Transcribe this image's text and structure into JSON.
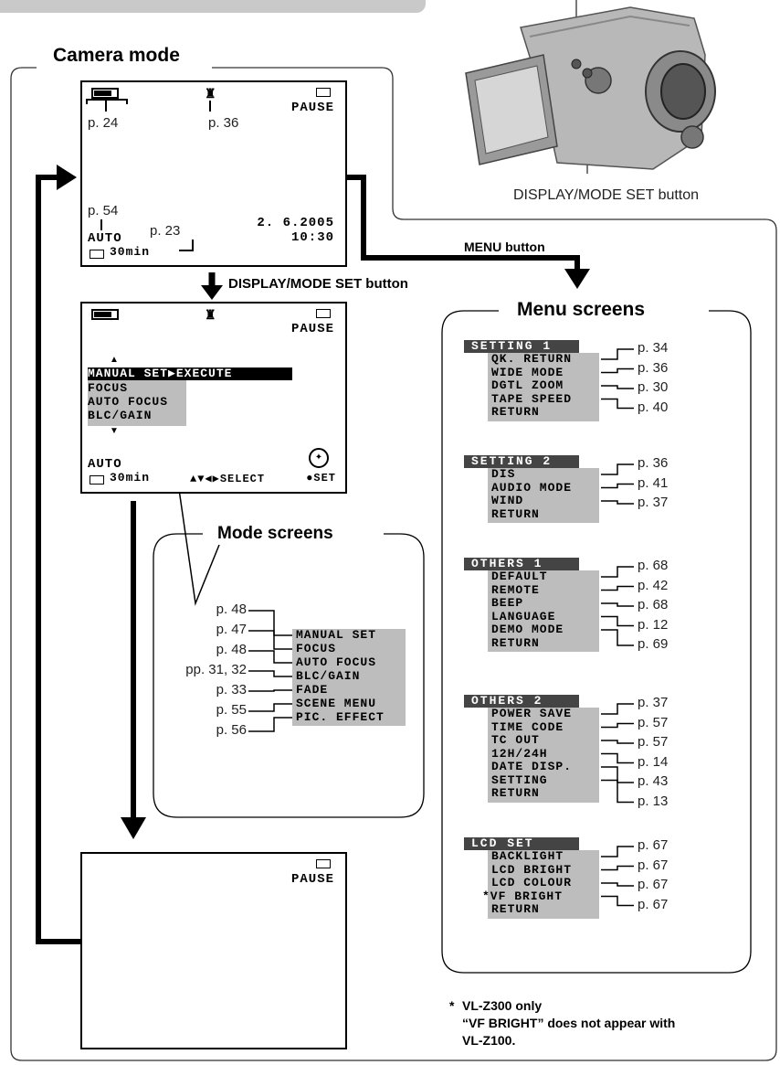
{
  "top_tab": "",
  "camera_mode_label": "Camera mode",
  "camera_callout": "DISPLAY/MODE SET button",
  "screen1": {
    "refs": [
      "p. 24",
      "p. 36",
      "p. 54",
      "p. 23"
    ],
    "pause": "PAUSE",
    "auto": "AUTO",
    "tape": "30min",
    "date": "2. 6.2005",
    "time": "10:30"
  },
  "menu_button_label": "MENU button",
  "display_button_label": "DISPLAY/MODE SET button",
  "screen2": {
    "pause": "PAUSE",
    "items": [
      "MANUAL SET▶EXECUTE",
      "FOCUS",
      "AUTO FOCUS",
      "BLC/GAIN"
    ],
    "auto": "AUTO",
    "tape": "30min",
    "select": "▲▼◀▶SELECT",
    "set": "●SET"
  },
  "mode_screens_label": "Mode screens",
  "mode_items": [
    {
      "ref": "p. 48",
      "label": "MANUAL SET"
    },
    {
      "ref": "p. 47",
      "label": "FOCUS"
    },
    {
      "ref": "p. 48",
      "label": "AUTO FOCUS"
    },
    {
      "ref": "pp. 31, 32",
      "label": "BLC/GAIN"
    },
    {
      "ref": "p. 33",
      "label": "FADE"
    },
    {
      "ref": "p. 55",
      "label": "SCENE MENU"
    },
    {
      "ref": "p. 56",
      "label": "PIC. EFFECT"
    }
  ],
  "screen3": {
    "pause": "PAUSE"
  },
  "menu_screens_label": "Menu screens",
  "menus": [
    {
      "title": "SETTING 1",
      "items": [
        "QK. RETURN",
        "WIDE MODE",
        "DGTL ZOOM",
        "TAPE SPEED",
        "RETURN"
      ],
      "refs": [
        "p. 34",
        "p. 36",
        "p. 30",
        "p. 40"
      ]
    },
    {
      "title": "SETTING 2",
      "items": [
        "DIS",
        "AUDIO MODE",
        "WIND",
        "RETURN"
      ],
      "refs": [
        "p. 36",
        "p. 41",
        "p. 37"
      ]
    },
    {
      "title": "OTHERS 1",
      "items": [
        "DEFAULT",
        "REMOTE",
        "BEEP",
        "LANGUAGE",
        "DEMO MODE",
        "RETURN"
      ],
      "refs": [
        "p. 68",
        "p. 42",
        "p. 68",
        "p. 12",
        "p. 69"
      ]
    },
    {
      "title": "OTHERS 2",
      "items": [
        "POWER SAVE",
        "TIME CODE",
        "TC OUT",
        "12H/24H",
        "DATE DISP.",
        "SETTING",
        "RETURN"
      ],
      "refs": [
        "p. 37",
        "p. 57",
        "p. 57",
        "p. 14",
        "p. 43",
        "p. 13"
      ]
    },
    {
      "title": "LCD SET",
      "items": [
        "BACKLIGHT",
        "LCD BRIGHT",
        "LCD COLOUR",
        "*VF BRIGHT",
        "RETURN"
      ],
      "refs": [
        "p. 67",
        "p. 67",
        "p. 67",
        "p. 67"
      ]
    }
  ],
  "footnote": {
    "star": "*",
    "line1": "VL-Z300 only",
    "line2": "“VF BRIGHT” does not appear with",
    "line3": "VL-Z100."
  }
}
